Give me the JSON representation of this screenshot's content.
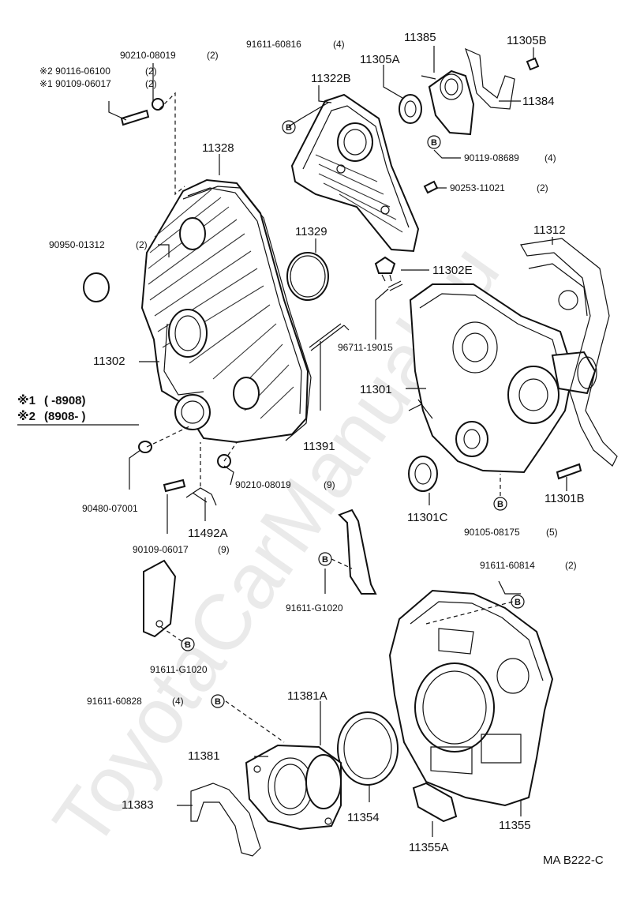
{
  "diagram": {
    "watermark": "ToyotaCarManual.ru",
    "reference_code": "MA B222-C",
    "notes": [
      {
        "mark": "※1",
        "range": "( -8908)"
      },
      {
        "mark": "※2",
        "range": "(8908- )"
      }
    ],
    "labels": {
      "p11305B": "11305B",
      "p11385": "11385",
      "p11305A": "11305A",
      "p11384": "11384",
      "p11322B": "11322B",
      "p11328": "11328",
      "p11329": "11329",
      "p11312": "11312",
      "p11302E": "11302E",
      "p11302": "11302",
      "p11301": "11301",
      "p11391": "11391",
      "p11301B": "11301B",
      "p11301C": "11301C",
      "p11492A": "11492A",
      "p11381A": "11381A",
      "p11381": "11381",
      "p11383": "11383",
      "p11354": "11354",
      "p11355A": "11355A",
      "p11355": "11355",
      "c90210_08019_2": "90210-08019",
      "q90210_08019_2": "(2)",
      "c90116_06100": "※2 90116-06100",
      "q90116_06100": "(2)",
      "c90109_06017_2": "※1 90109-06017",
      "q90109_06017_2": "(2)",
      "c91611_60816": "91611-60816",
      "q91611_60816": "(4)",
      "c90119_08689": "90119-08689",
      "q90119_08689": "(4)",
      "c90253_11021": "90253-11021",
      "q90253_11021": "(2)",
      "c90950_01312": "90950-01312",
      "q90950_01312": "(2)",
      "c96711_19015": "96711-19015",
      "c90210_08019_9": "90210-08019",
      "q90210_08019_9": "(9)",
      "c90480_07001": "90480-07001",
      "c90109_06017_9": "90109-06017",
      "q90109_06017_9": "(9)",
      "c90105_08175": "90105-08175",
      "q90105_08175": "(5)",
      "c91611_G1020_a": "91611-G1020",
      "c91611_G1020_b": "91611-G1020",
      "c91611_60814": "91611-60814",
      "q91611_60814": "(2)",
      "c91611_60828": "91611-60828",
      "q91611_60828": "(4)",
      "bolt_ref": "B"
    }
  }
}
